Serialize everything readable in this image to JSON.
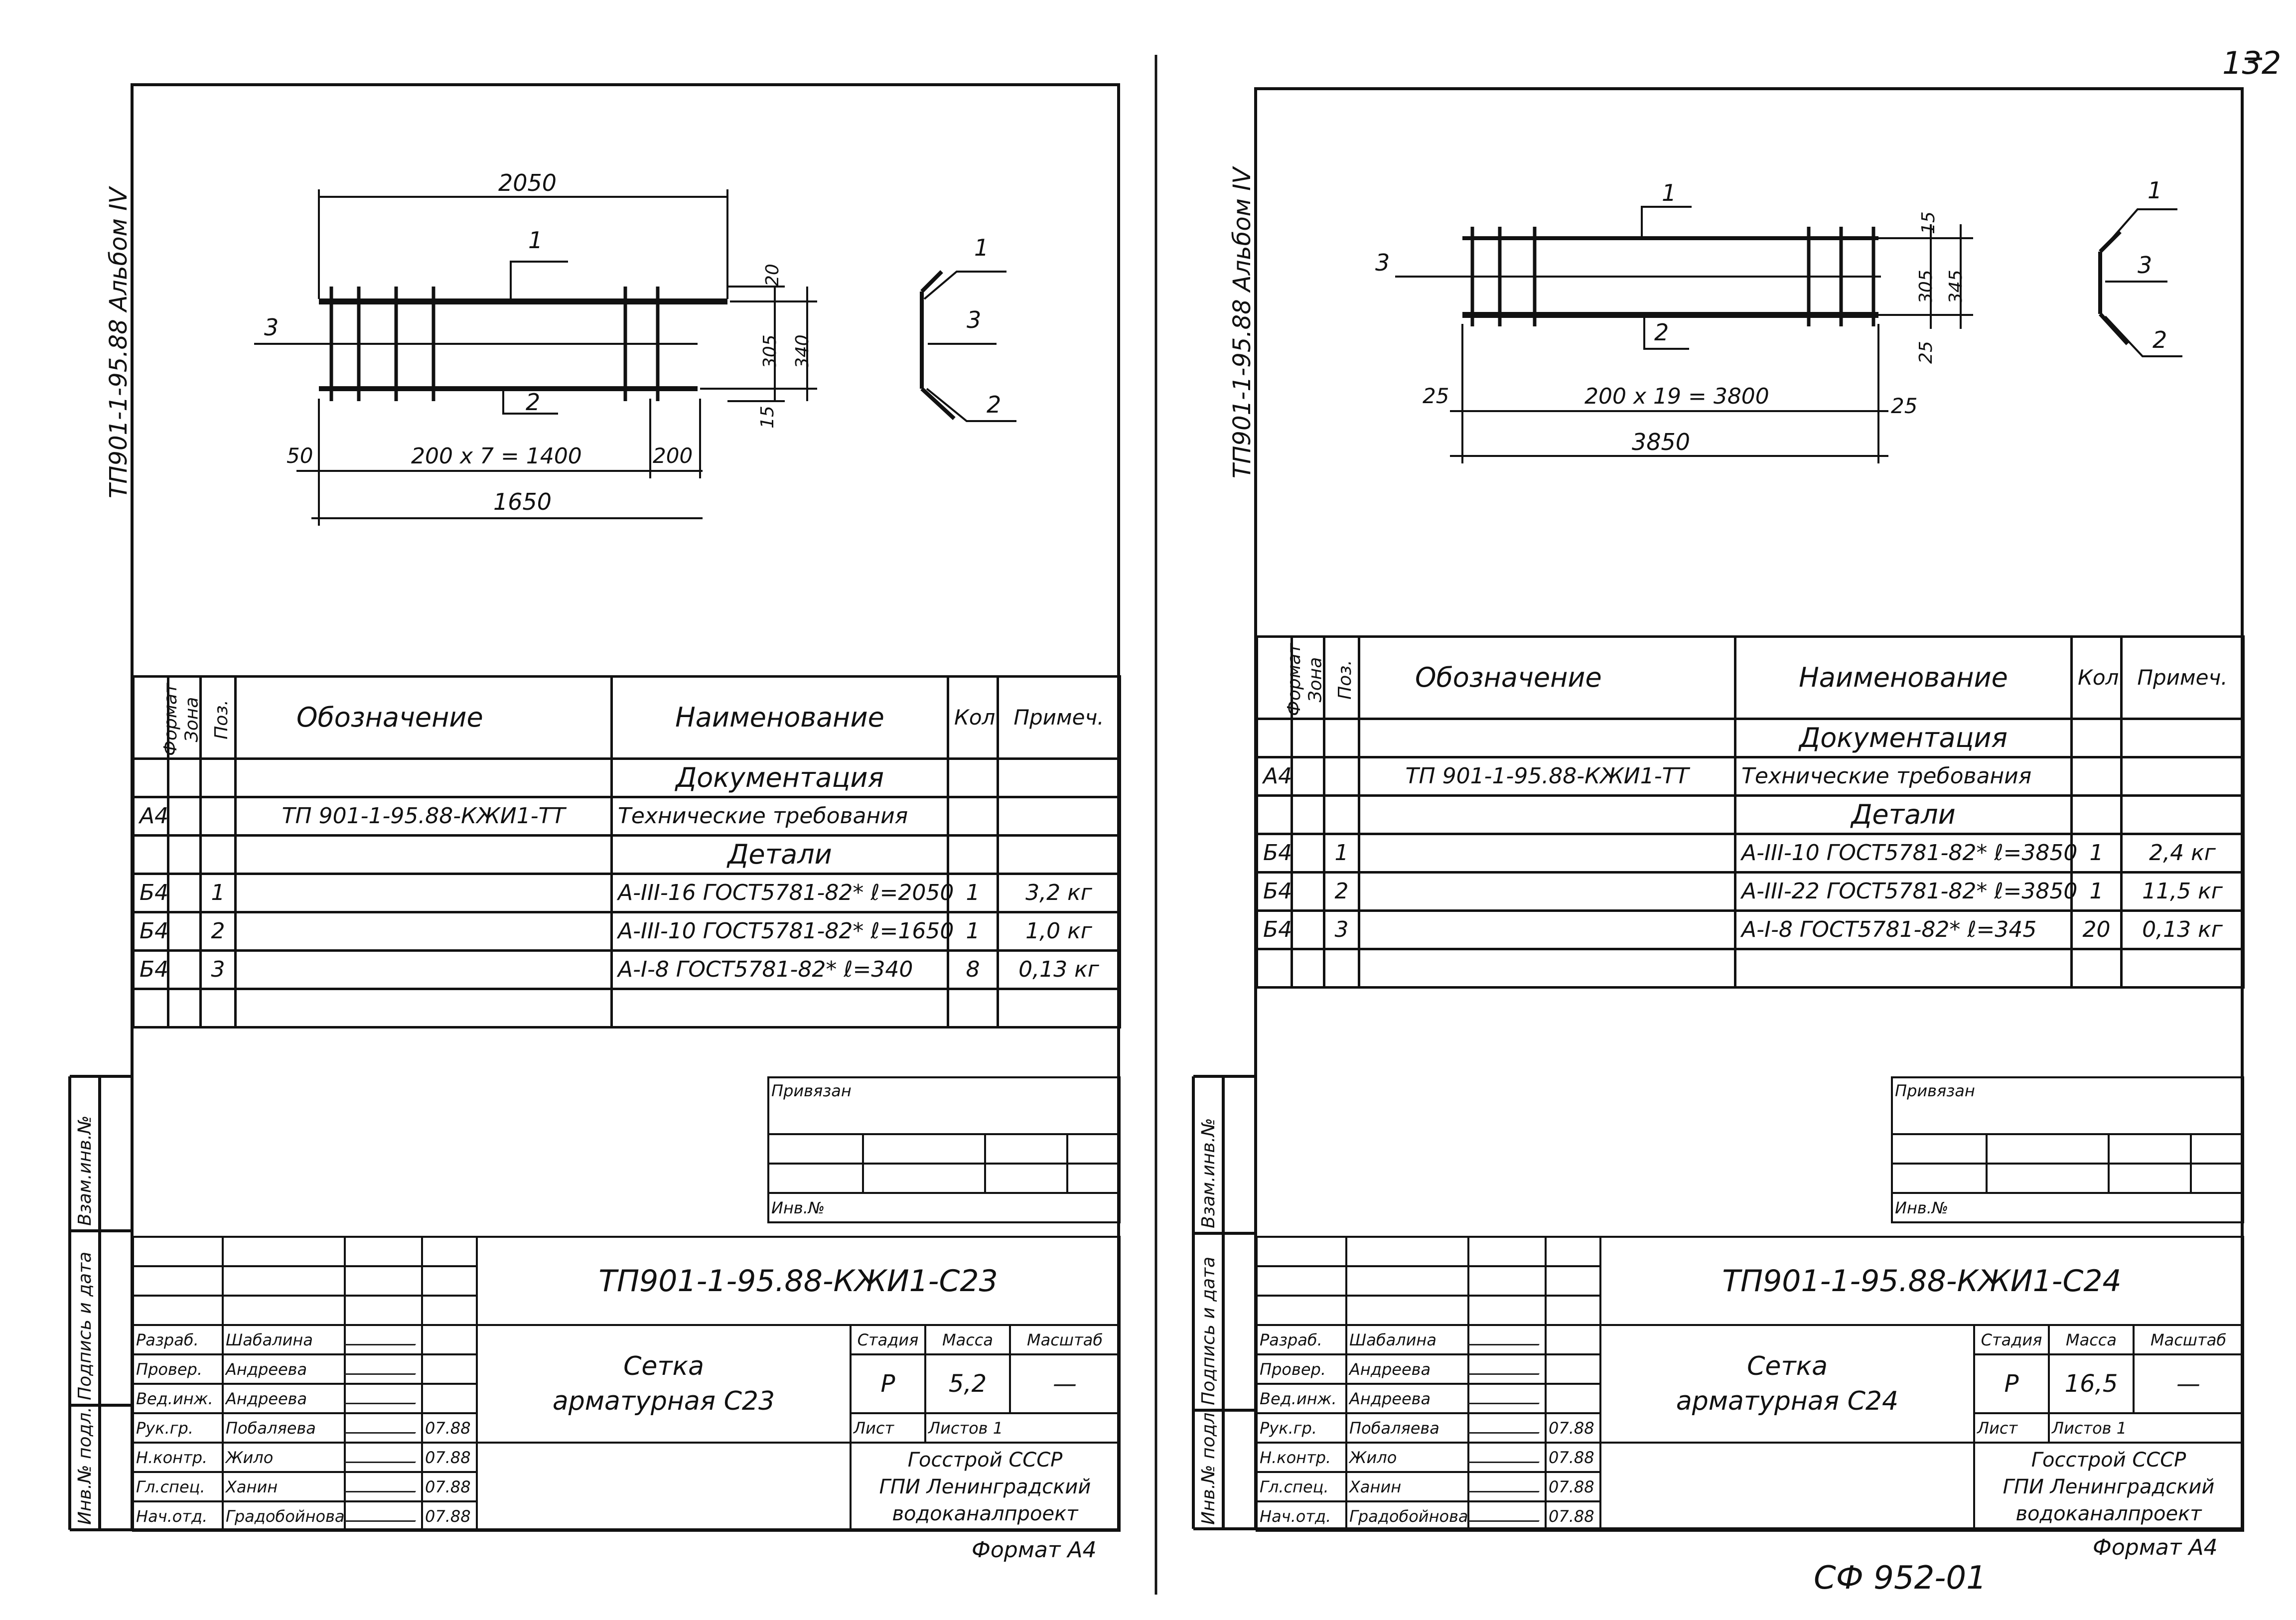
{
  "page_number": "132",
  "footer_code": "СФ 952-01",
  "sheets": [
    {
      "album": "ТП901-1-95.88  Альбом IV",
      "drawing": {
        "dims": {
          "top": "2050",
          "pitch": "200 x 7 = 1400",
          "left": "50",
          "right": "200",
          "bottom": "1650",
          "d20": "20",
          "d305": "305",
          "d340": "340",
          "d15": "15"
        },
        "marks": {
          "p1": "1",
          "p2": "2",
          "p3": "3"
        }
      },
      "spec": {
        "headers": {
          "format": "Формат",
          "zone": "Зона",
          "pos": "Поз.",
          "designation": "Обозначение",
          "name": "Наименование",
          "qty": "Кол.",
          "note": "Примеч."
        },
        "sections": {
          "docs": "Документация",
          "parts": "Детали"
        },
        "doc_row": {
          "format": "А4",
          "designation": "ТП 901-1-95.88-КЖИ1-ТТ",
          "name": "Технические требования"
        },
        "rows": [
          {
            "format": "Б4",
            "pos": "1",
            "name": "А-III-16 ГОСТ5781-82* ℓ=2050",
            "qty": "1",
            "note": "3,2 кг"
          },
          {
            "format": "Б4",
            "pos": "2",
            "name": "А-III-10 ГОСТ5781-82* ℓ=1650",
            "qty": "1",
            "note": "1,0 кг"
          },
          {
            "format": "Б4",
            "pos": "3",
            "name": "А-I-8 ГОСТ5781-82* ℓ=340",
            "qty": "8",
            "note": "0,13 кг"
          }
        ]
      },
      "stamp": {
        "bound": "Привязан",
        "inv": "Инв.№",
        "code": "ТП901-1-95.88-КЖИ1-С23",
        "title_1": "Сетка",
        "title_2": "арматурная С23",
        "stage_h": "Стадия",
        "mass_h": "Масса",
        "scale_h": "Масштаб",
        "stage": "Р",
        "mass": "5,2",
        "scale": "—",
        "sheet": "Лист",
        "sheets": "Листов 1",
        "org_1": "Госстрой СССР",
        "org_2": "ГПИ Ленинградский",
        "org_3": "водоканалпроект",
        "format": "Формат А4",
        "people": [
          {
            "role": "Разраб.",
            "name": "Шабалина",
            "date": ""
          },
          {
            "role": "Провер.",
            "name": "Андреева",
            "date": ""
          },
          {
            "role": "Вед.инж.",
            "name": "Андреева",
            "date": ""
          },
          {
            "role": "Рук.гр.",
            "name": "Побаляева",
            "date": "07.88"
          },
          {
            "role": "Н.контр.",
            "name": "Жило",
            "date": "07.88"
          },
          {
            "role": "Гл.спец.",
            "name": "Ханин",
            "date": "07.88"
          },
          {
            "role": "Нач.отд.",
            "name": "Градобойнова",
            "date": "07.88"
          }
        ]
      },
      "side": {
        "a": "Взам.инв.№",
        "b": "Подпись и дата",
        "c": "Инв.№ подл."
      }
    },
    {
      "album": "ТП901-1-95.88  Альбом IV",
      "drawing": {
        "dims": {
          "pitch": "200 x 19 = 3800",
          "total": "3850",
          "left": "25",
          "right": "25",
          "d15": "15",
          "d305": "305",
          "d345": "345",
          "d25": "25"
        },
        "marks": {
          "p1": "1",
          "p2": "2",
          "p3": "3"
        }
      },
      "spec": {
        "headers": {
          "format": "Формат",
          "zone": "Зона",
          "pos": "Поз.",
          "designation": "Обозначение",
          "name": "Наименование",
          "qty": "Кол.",
          "note": "Примеч."
        },
        "sections": {
          "docs": "Документация",
          "parts": "Детали"
        },
        "doc_row": {
          "format": "А4",
          "designation": "ТП 901-1-95.88-КЖИ1-ТТ",
          "name": "Технические требования"
        },
        "rows": [
          {
            "format": "Б4",
            "pos": "1",
            "name": "А-III-10 ГОСТ5781-82* ℓ=3850",
            "qty": "1",
            "note": "2,4 кг"
          },
          {
            "format": "Б4",
            "pos": "2",
            "name": "А-III-22 ГОСТ5781-82* ℓ=3850",
            "qty": "1",
            "note": "11,5 кг"
          },
          {
            "format": "Б4",
            "pos": "3",
            "name": "А-I-8 ГОСТ5781-82* ℓ=345",
            "qty": "20",
            "note": "0,13 кг"
          }
        ]
      },
      "stamp": {
        "bound": "Привязан",
        "inv": "Инв.№",
        "code": "ТП901-1-95.88-КЖИ1-С24",
        "title_1": "Сетка",
        "title_2": "арматурная С24",
        "stage_h": "Стадия",
        "mass_h": "Масса",
        "scale_h": "Масштаб",
        "stage": "Р",
        "mass": "16,5",
        "scale": "—",
        "sheet": "Лист",
        "sheets": "Листов 1",
        "org_1": "Госстрой СССР",
        "org_2": "ГПИ Ленинградский",
        "org_3": "водоканалпроект",
        "format": "Формат А4",
        "people": [
          {
            "role": "Разраб.",
            "name": "Шабалина",
            "date": ""
          },
          {
            "role": "Провер.",
            "name": "Андреева",
            "date": ""
          },
          {
            "role": "Вед.инж.",
            "name": "Андреева",
            "date": ""
          },
          {
            "role": "Рук.гр.",
            "name": "Побаляева",
            "date": "07.88"
          },
          {
            "role": "Н.контр.",
            "name": "Жило",
            "date": "07.88"
          },
          {
            "role": "Гл.спец.",
            "name": "Ханин",
            "date": "07.88"
          },
          {
            "role": "Нач.отд.",
            "name": "Градобойнова",
            "date": "07.88"
          }
        ]
      },
      "side": {
        "a": "Взам.инв.№",
        "b": "Подпись и дата",
        "c": "Инв.№ подл."
      }
    }
  ]
}
